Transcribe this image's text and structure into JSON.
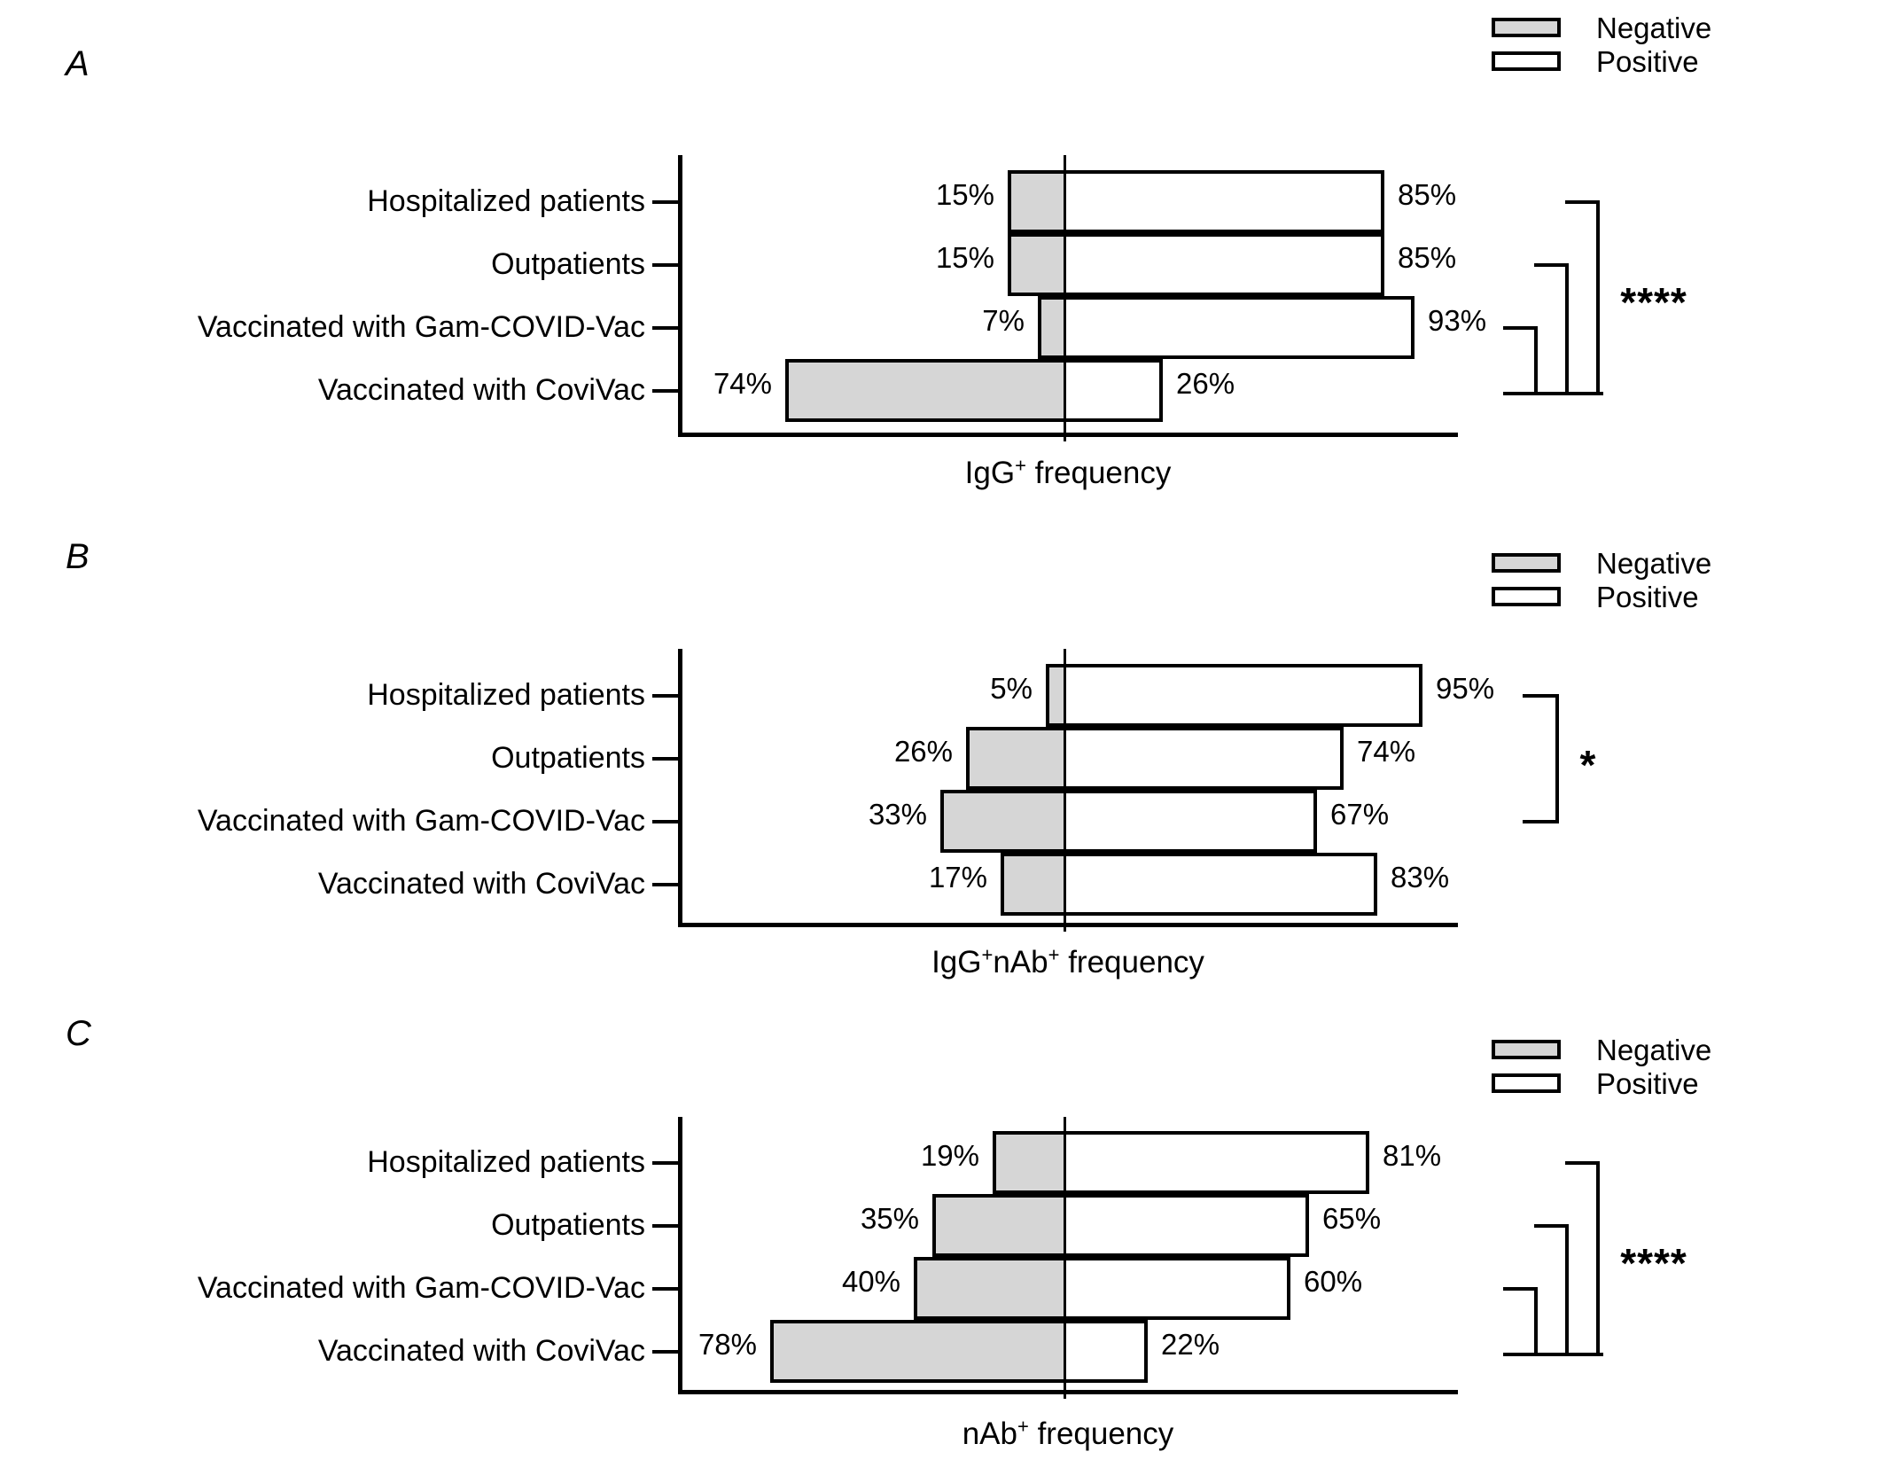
{
  "legend": {
    "negative": "Negative",
    "positive": "Positive"
  },
  "colors": {
    "negative_fill": "#d6d6d6",
    "positive_fill": "#ffffff",
    "ink": "#000000"
  },
  "chart_data": [
    {
      "panel": "A",
      "type": "bar",
      "orientation": "horizontal-diverging",
      "unit": "%",
      "title_text": "IgG+ frequency",
      "title_parts": [
        {
          "t": "IgG"
        },
        {
          "sup": "+"
        },
        {
          "t": " frequency"
        }
      ],
      "categories": [
        "Hospitalized patients",
        "Outpatients",
        "Vaccinated with Gam-COVID-Vac",
        "Vaccinated with CoviVac"
      ],
      "series": [
        {
          "name": "Negative",
          "values": [
            15,
            15,
            7,
            74
          ]
        },
        {
          "name": "Positive",
          "values": [
            85,
            85,
            93,
            26
          ]
        }
      ],
      "legend_position": "top-right",
      "significance": {
        "label": "****",
        "type": "nested",
        "compare_rows": [
          0,
          1,
          2
        ],
        "to_row": 3
      }
    },
    {
      "panel": "B",
      "type": "bar",
      "orientation": "horizontal-diverging",
      "unit": "%",
      "title_text": "IgG+nAb+ frequency",
      "title_parts": [
        {
          "t": "IgG"
        },
        {
          "sup": "+"
        },
        {
          "t": "nAb"
        },
        {
          "sup": "+"
        },
        {
          "t": " frequency"
        }
      ],
      "categories": [
        "Hospitalized patients",
        "Outpatients",
        "Vaccinated with Gam-COVID-Vac",
        "Vaccinated with CoviVac"
      ],
      "series": [
        {
          "name": "Negative",
          "values": [
            5,
            26,
            33,
            17
          ]
        },
        {
          "name": "Positive",
          "values": [
            95,
            74,
            67,
            83
          ]
        }
      ],
      "legend_position": "top-right",
      "significance": {
        "label": "*",
        "type": "span",
        "from_row": 0,
        "to_row": 2
      }
    },
    {
      "panel": "C",
      "type": "bar",
      "orientation": "horizontal-diverging",
      "unit": "%",
      "title_text": "nAb+ frequency",
      "title_parts": [
        {
          "t": "nAb"
        },
        {
          "sup": "+"
        },
        {
          "t": " frequency"
        }
      ],
      "categories": [
        "Hospitalized patients",
        "Outpatients",
        "Vaccinated with Gam-COVID-Vac",
        "Vaccinated with CoviVac"
      ],
      "series": [
        {
          "name": "Negative",
          "values": [
            19,
            35,
            40,
            78
          ]
        },
        {
          "name": "Positive",
          "values": [
            81,
            65,
            60,
            22
          ]
        }
      ],
      "legend_position": "top-right",
      "significance": {
        "label": "****",
        "type": "nested",
        "compare_rows": [
          0,
          1,
          2
        ],
        "to_row": 3
      }
    }
  ]
}
